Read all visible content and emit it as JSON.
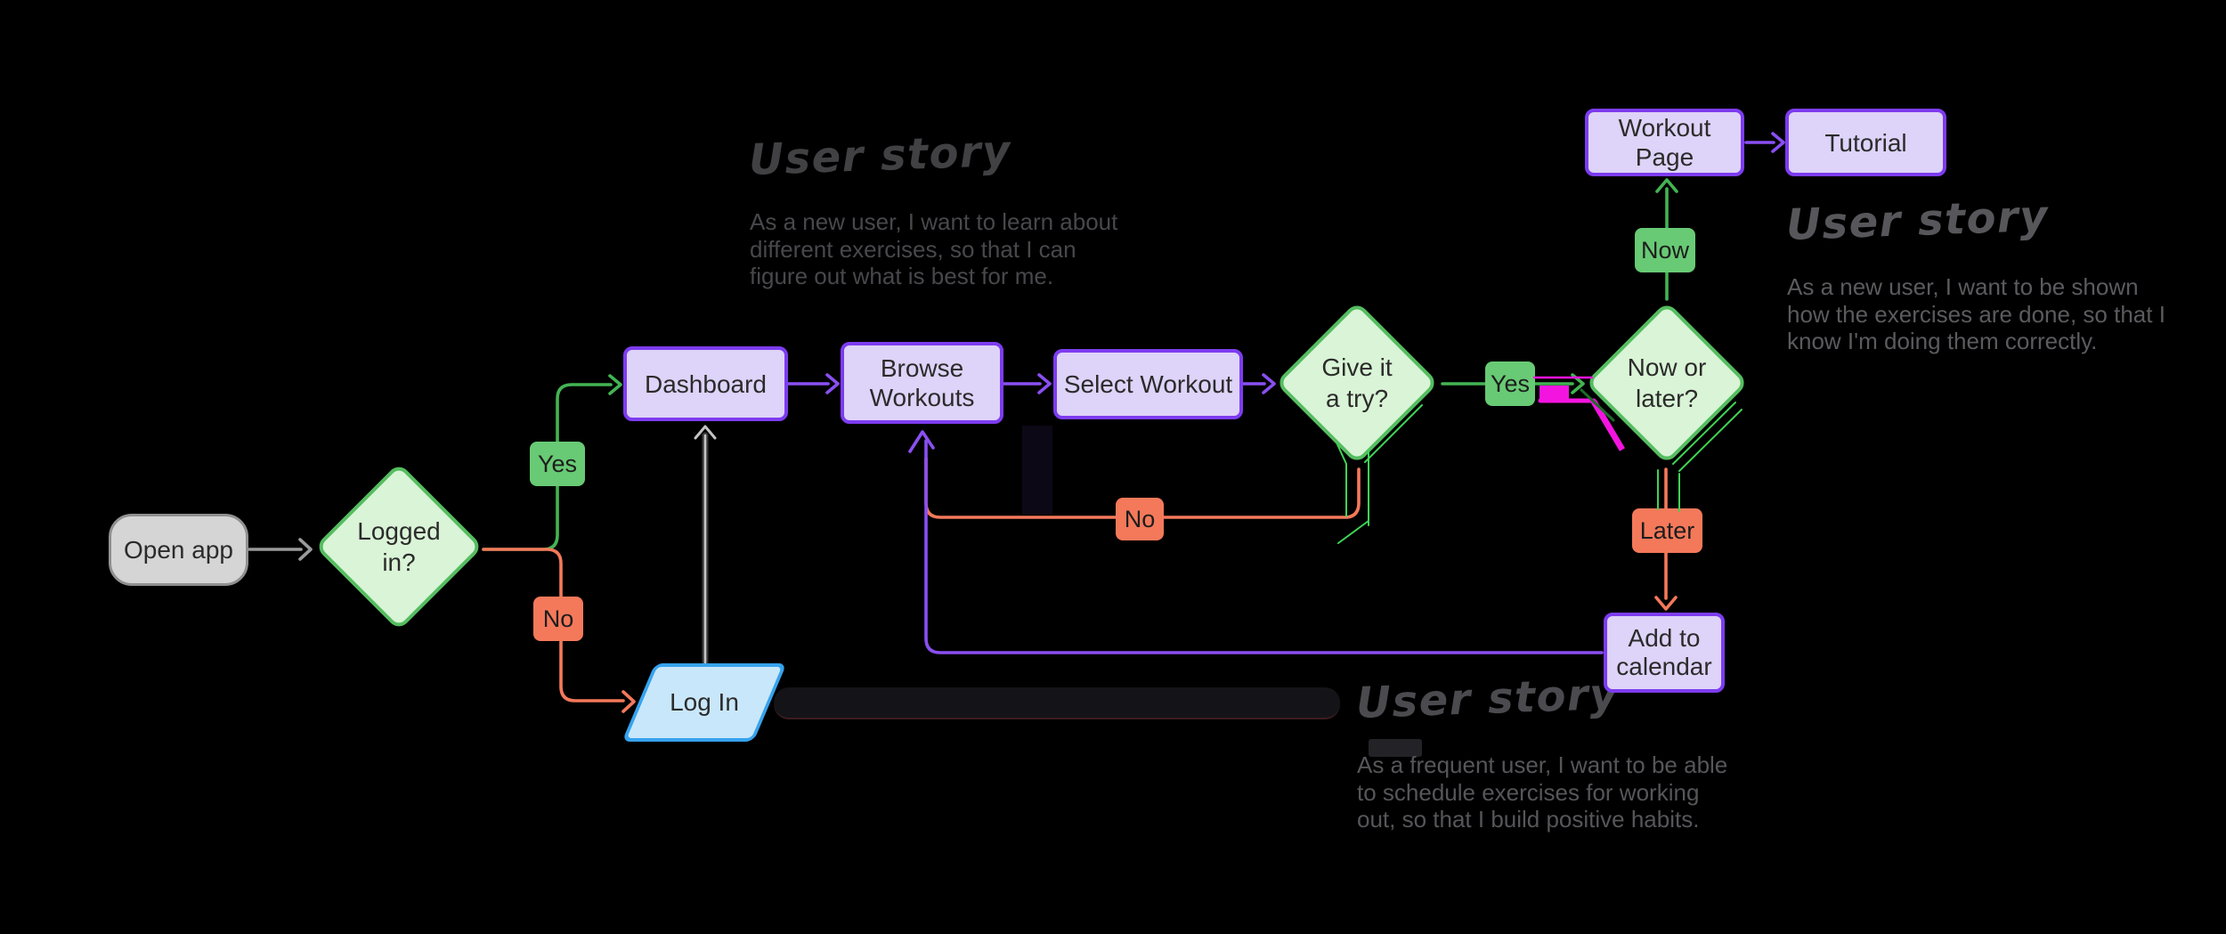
{
  "nodes": {
    "open_app": {
      "label": "Open app"
    },
    "logged_in": {
      "lines": [
        "Logged",
        "in?"
      ]
    },
    "dashboard": {
      "label": "Dashboard"
    },
    "browse_workouts": {
      "lines": [
        "Browse",
        "Workouts"
      ]
    },
    "select_workout": {
      "label": "Select Workout"
    },
    "give_it_a_try": {
      "lines": [
        "Give it",
        "a try?"
      ]
    },
    "now_or_later": {
      "lines": [
        "Now or",
        "later?"
      ]
    },
    "workout_page": {
      "label": "Workout Page"
    },
    "tutorial": {
      "label": "Tutorial"
    },
    "add_to_calendar": {
      "lines": [
        "Add to",
        "calendar"
      ]
    },
    "log_in": {
      "label": "Log In"
    }
  },
  "edge_labels": {
    "yes1": "Yes",
    "no1": "No",
    "no2": "No",
    "yes2": "Yes",
    "now": "Now",
    "later": "Later"
  },
  "stories": {
    "top": {
      "heading": "User story",
      "lines": [
        "As a new user, I want to learn about",
        "different exercises, so that I can",
        "figure out what is best for me."
      ]
    },
    "right": {
      "heading": "User story",
      "lines": [
        "As a new user, I want to be shown",
        "how the exercises are done, so that I",
        "know I'm doing them correctly."
      ]
    },
    "bottom": {
      "heading": "User story",
      "lines": [
        "As a frequent user, I want to be able",
        "to schedule exercises for working",
        "out, so that I build positive habits."
      ]
    }
  },
  "colors": {
    "background": "#000000",
    "green_line": "#43b453",
    "green_label_fill": "#68ca74",
    "diamond_fill": "#d9f4d6",
    "diamond_border": "#55bd60",
    "orange": "#f4795a",
    "purple_line": "#8a4ff2",
    "purple_box_border": "#7d3cf0",
    "purple_box_fill": "#ded3f8",
    "blue_border": "#36a3ee",
    "blue_fill": "#c9e7fa",
    "gray_fill": "#d5d5d5",
    "gray_border": "#909090",
    "gray_line": "#9a9a9a",
    "magenta_marker": "#f414e0",
    "pen_green": "#3fd254"
  }
}
